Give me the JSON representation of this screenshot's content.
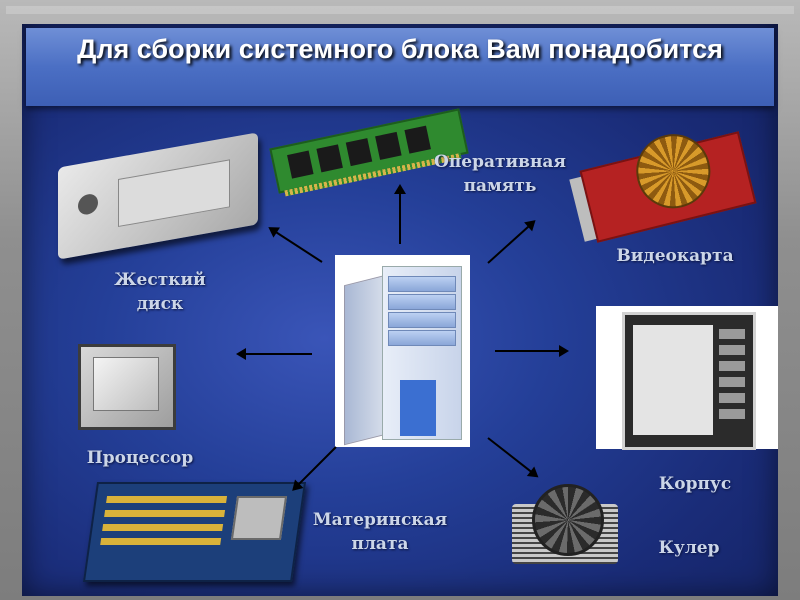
{
  "slide": {
    "title": "Для сборки системного блока Вам понадобится",
    "labels": {
      "ram": "Оперативная память",
      "gpu": "Видеокарта",
      "hdd": "Жесткий диск",
      "cpu": "Процессор",
      "case": "Корпус",
      "motherboard": "Материнская плата",
      "cooler": "Кулер"
    }
  },
  "colors": {
    "panel_blue": "#243f98",
    "title_band": "#4b6fc4",
    "label_text": "#ccd6e8"
  },
  "icons": [
    "hard-drive-icon",
    "ram-module-icon",
    "video-card-icon",
    "system-unit-icon",
    "pc-case-icon",
    "processor-icon",
    "motherboard-icon",
    "cooler-icon"
  ]
}
